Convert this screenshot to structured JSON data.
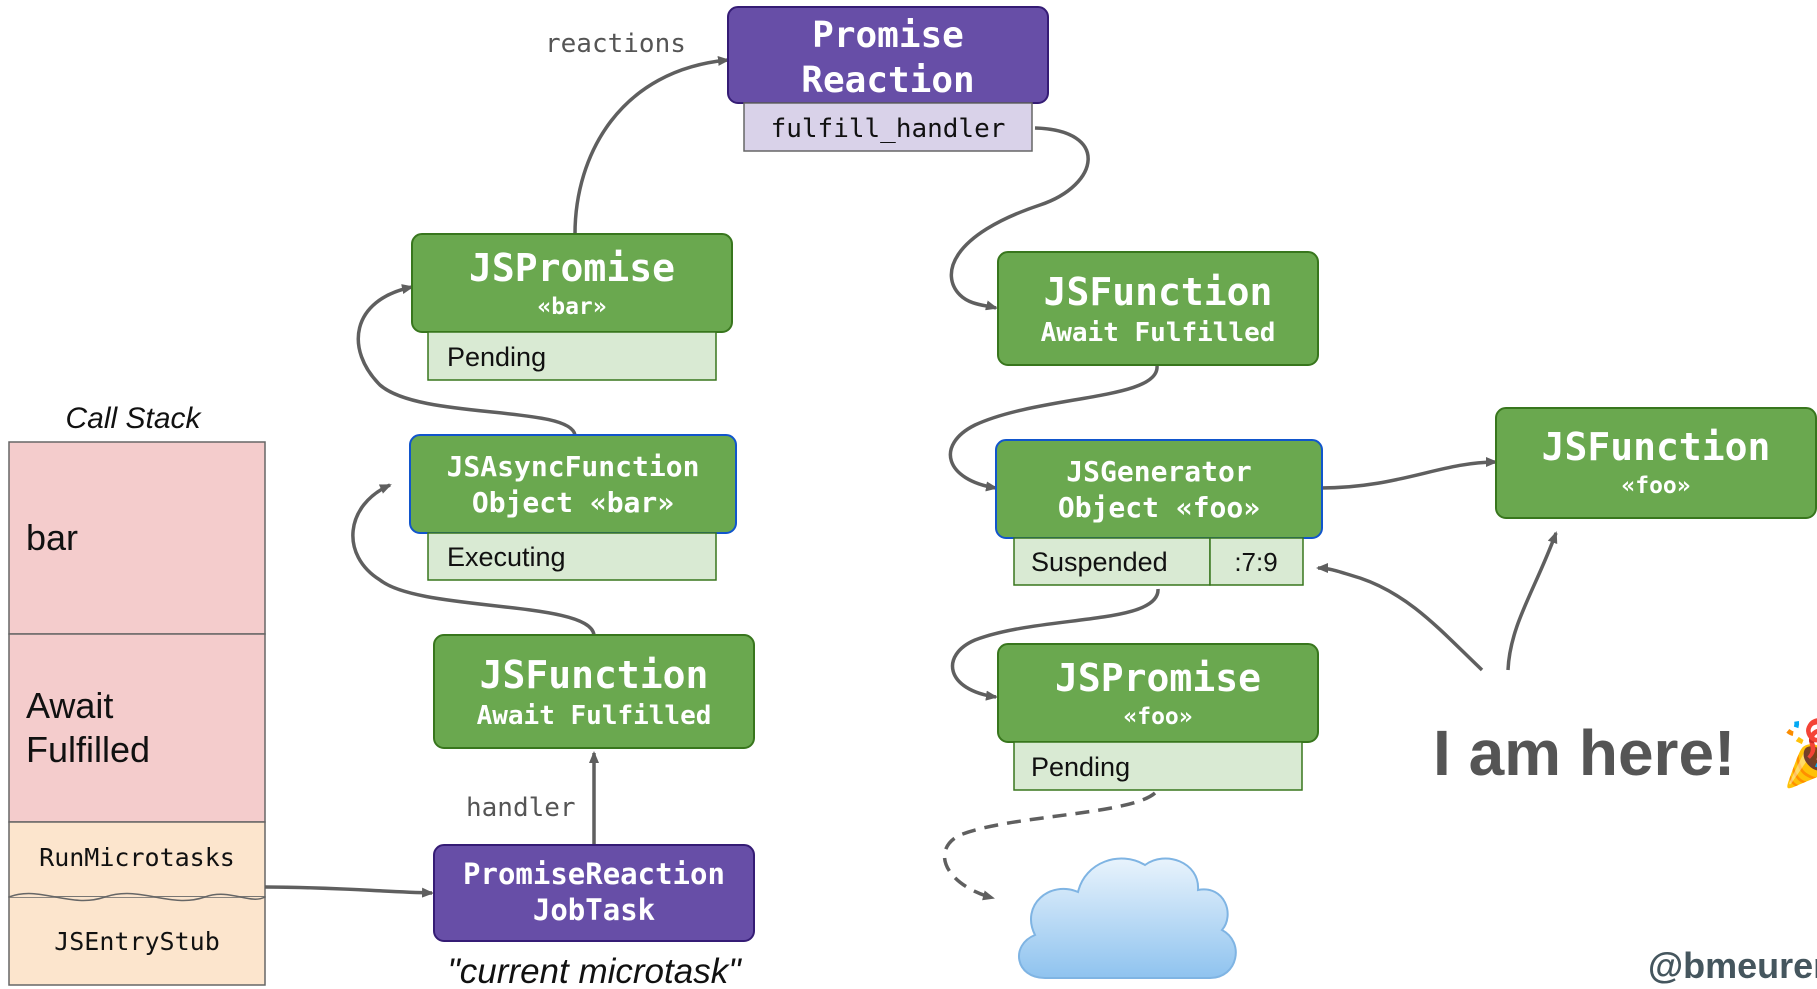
{
  "call_stack": {
    "title": "Call Stack",
    "frames": [
      "bar",
      "Await\nFulfilled",
      "RunMicrotasks",
      "JSEntryStub"
    ]
  },
  "labels": {
    "reactions": "reactions",
    "handler": "handler",
    "current_microtask": "\"current microtask\""
  },
  "nodes": {
    "promise_reaction": {
      "title": "Promise\nReaction",
      "field": "fulfill_handler"
    },
    "jspromise_bar": {
      "title": "JSPromise",
      "subtitle": "«bar»",
      "field": "Pending"
    },
    "async_function_object": {
      "title": "JSAsyncFunction\nObject «bar»",
      "field": "Executing"
    },
    "jsfunction_await_left": {
      "title": "JSFunction",
      "subtitle": "Await Fulfilled"
    },
    "promise_reaction_job": {
      "title": "PromiseReaction\nJobTask"
    },
    "jsfunction_await_right": {
      "title": "JSFunction",
      "subtitle": "Await Fulfilled"
    },
    "generator_object": {
      "title": "JSGenerator\nObject «foo»",
      "field": "Suspended",
      "position": ":7:9"
    },
    "jspromise_foo": {
      "title": "JSPromise",
      "subtitle": "«foo»",
      "field": "Pending"
    },
    "jsfunction_foo": {
      "title": "JSFunction",
      "subtitle": "«foo»"
    }
  },
  "annotation": {
    "text": "I am here!",
    "emoji": "🎉"
  },
  "author": "@bmeurer",
  "colors": {
    "green_fill": "#6aa84f",
    "green_border": "#38761d",
    "purple_fill": "#674ea7",
    "purple_border": "#351c75",
    "light_green": "#d9ead3",
    "light_purple": "#d9d2e9",
    "stack_pink": "#f4cccc",
    "stack_peach": "#fce5cd",
    "blue_border": "#1155cc",
    "arrow": "#5f5f5f",
    "annotation_text": "#555555"
  }
}
